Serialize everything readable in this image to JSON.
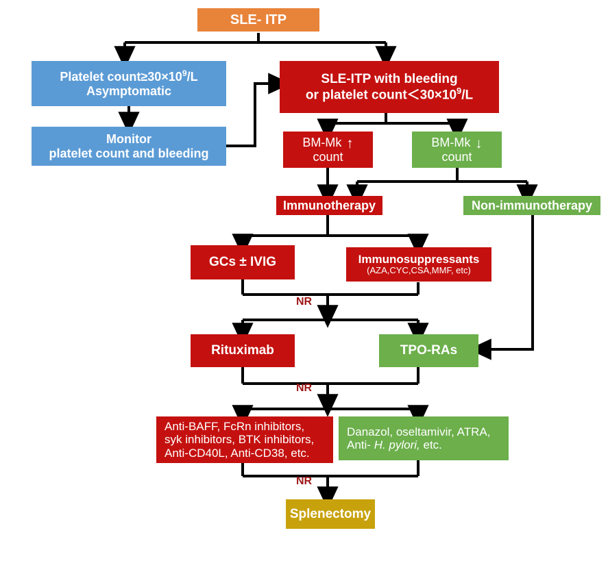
{
  "diagram": {
    "title": "SLE-ITP treatment algorithm flowchart",
    "colors": {
      "orange": "#E8833A",
      "red": "#C4110F",
      "green": "#6CAF4B",
      "blue": "#5B9BD5",
      "gold": "#C8A20C",
      "connector": "#000000",
      "nr_label": "#9E1616"
    }
  },
  "nodes": {
    "root": {
      "label": "SLE- ITP"
    },
    "asymptomatic": {
      "line1_pre": "Platelet count≥30×10",
      "line1_sup": "9",
      "line1_post": "/L",
      "line2": "Asymptomatic"
    },
    "monitor": {
      "line1": "Monitor",
      "line2": "platelet count and bleeding"
    },
    "bleeding": {
      "line1": "SLE-ITP with bleeding",
      "line2_pre": "or platelet count＜30×10",
      "line2_sup": "9",
      "line2_post": "/L"
    },
    "bm_mk_high": {
      "line1": "BM-Mk",
      "line2": "count",
      "arrow": "↑",
      "arrow_name": "up-arrow-icon"
    },
    "bm_mk_low": {
      "line1": "BM-Mk",
      "line2": "count",
      "arrow": "↓",
      "arrow_name": "down-arrow-icon"
    },
    "immunotherapy": {
      "label": "Immunotherapy"
    },
    "non_immunotherapy": {
      "label": "Non-immunotherapy"
    },
    "gcs_ivig": {
      "label": "GCs ± IVIG"
    },
    "immunosuppressants": {
      "label": "Immunosuppressants",
      "sub": "(AZA,CYC,CSA,MMF, etc)"
    },
    "rituximab": {
      "label": "Rituximab"
    },
    "tpo_ras": {
      "label": "TPO-RAs"
    },
    "novel_immuno": {
      "line1": "Anti-BAFF, FcRn inhibitors,",
      "line2": "syk inhibitors, BTK inhibitors,",
      "line3": "Anti-CD40L, Anti-CD38, etc."
    },
    "novel_non_immuno": {
      "line1": "Danazol, oseltamivir, ATRA,",
      "line2_pre": "Anti- ",
      "line2_em": "H. pylori,",
      "line2_post": " etc."
    },
    "splenectomy": {
      "label": "Splenectomy"
    }
  },
  "edge_labels": {
    "nr1": "NR",
    "nr2": "NR",
    "nr3": "NR"
  }
}
